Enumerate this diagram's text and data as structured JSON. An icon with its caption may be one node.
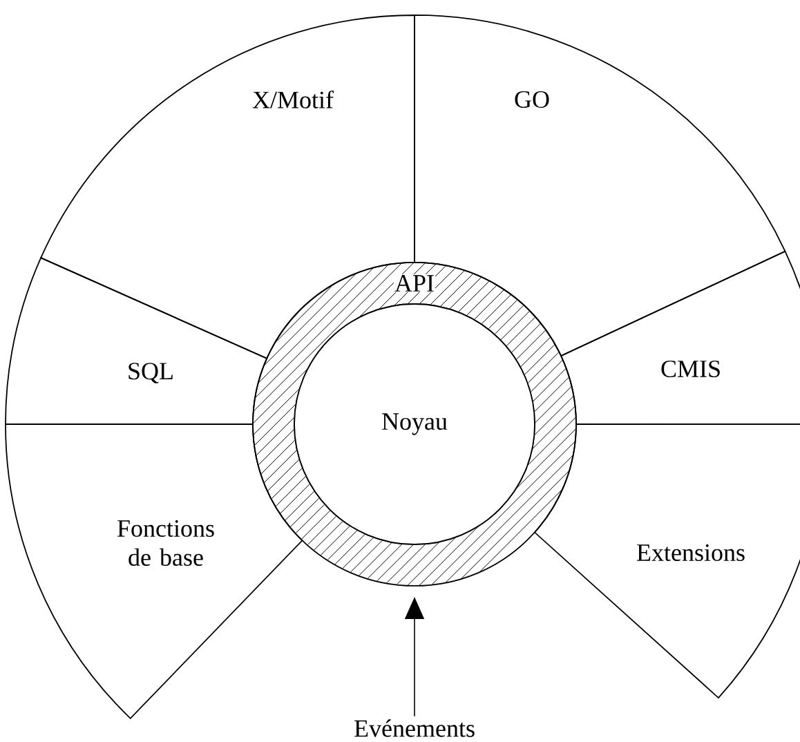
{
  "diagram": {
    "nodes": [
      {
        "text": [
          "X/Motif"
        ]
      },
      {
        "text": [
          "GO"
        ]
      },
      {
        "text": [
          "SQL"
        ]
      },
      {
        "text": [
          "CMIS"
        ]
      },
      {
        "text": [
          "API"
        ]
      },
      {
        "text": [
          "Noyau"
        ],
        "in": 4
      },
      {
        "text": [
          "Fonctions de base"
        ]
      },
      {
        "text": [
          "Extensions"
        ]
      },
      {
        "text": [
          "Evénements"
        ]
      }
    ],
    "edges": [
      {
        "from": 8,
        "to": 4,
        "arrow": "to"
      }
    ]
  }
}
